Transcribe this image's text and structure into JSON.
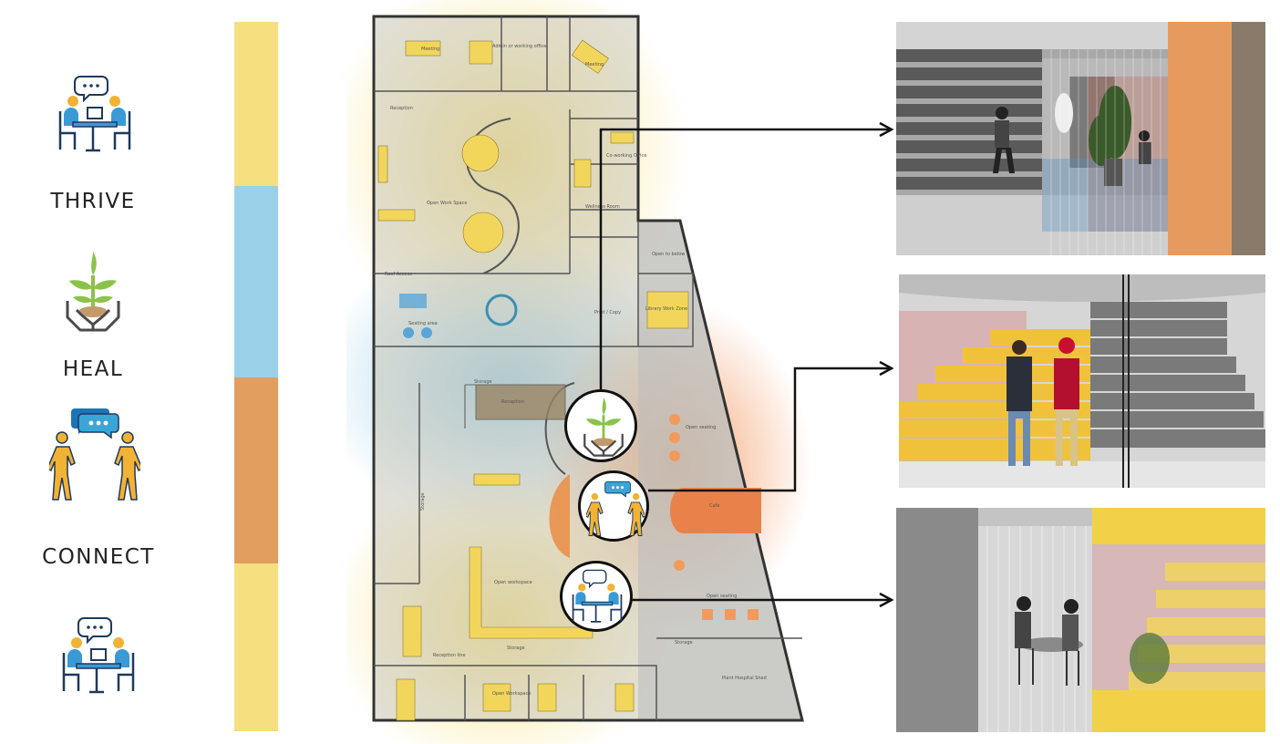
{
  "legend": {
    "items": [
      {
        "label": "THRIVE",
        "icon": "meeting-table-icon"
      },
      {
        "label": "HEAL",
        "icon": "plant-hands-icon"
      },
      {
        "label": "CONNECT",
        "icon": "people-talking-icon"
      },
      {
        "label": "",
        "icon": "meeting-table-icon"
      }
    ]
  },
  "zone_bar": {
    "segments": [
      {
        "zone": "thrive",
        "color": "#f5df7f"
      },
      {
        "zone": "heal",
        "color": "#9ad0e8"
      },
      {
        "zone": "connect",
        "color": "#e29e5e"
      },
      {
        "zone": "thrive",
        "color": "#f5df7f"
      }
    ]
  },
  "floor_plan": {
    "rooms": {
      "meeting_1": "Meeting",
      "meeting_2": "Meeting",
      "admin_office": "Admin or working office",
      "reception_top": "Reception",
      "open_work_space": "Open Work Space",
      "co_working_office": "Co-working Office",
      "wellness_rooms": "Wellness Room",
      "roof_access": "Roof Access",
      "seating_area": "Seating area",
      "print_copy": "Print / Copy",
      "library_work_zone": "Library Work Zone",
      "open_to_below": "Open to below",
      "storage_1": "Storage",
      "reception": "Reception",
      "open_seating": "Open seating",
      "cafe": "Cafe",
      "storage_2": "Storage",
      "open_workspace": "Open workspace",
      "storage_3": "Storage",
      "open_workspace_2": "Open Workspace",
      "storage_4": "Storage",
      "plant_hospital": "Plant Hospital Shed",
      "open_seating_2": "Open seating",
      "reception_line": "Reception line"
    }
  },
  "colors": {
    "thrive": "#f5df7f",
    "heal": "#9ad0e8",
    "connect": "#e29e5e",
    "arrow": "#111111"
  }
}
